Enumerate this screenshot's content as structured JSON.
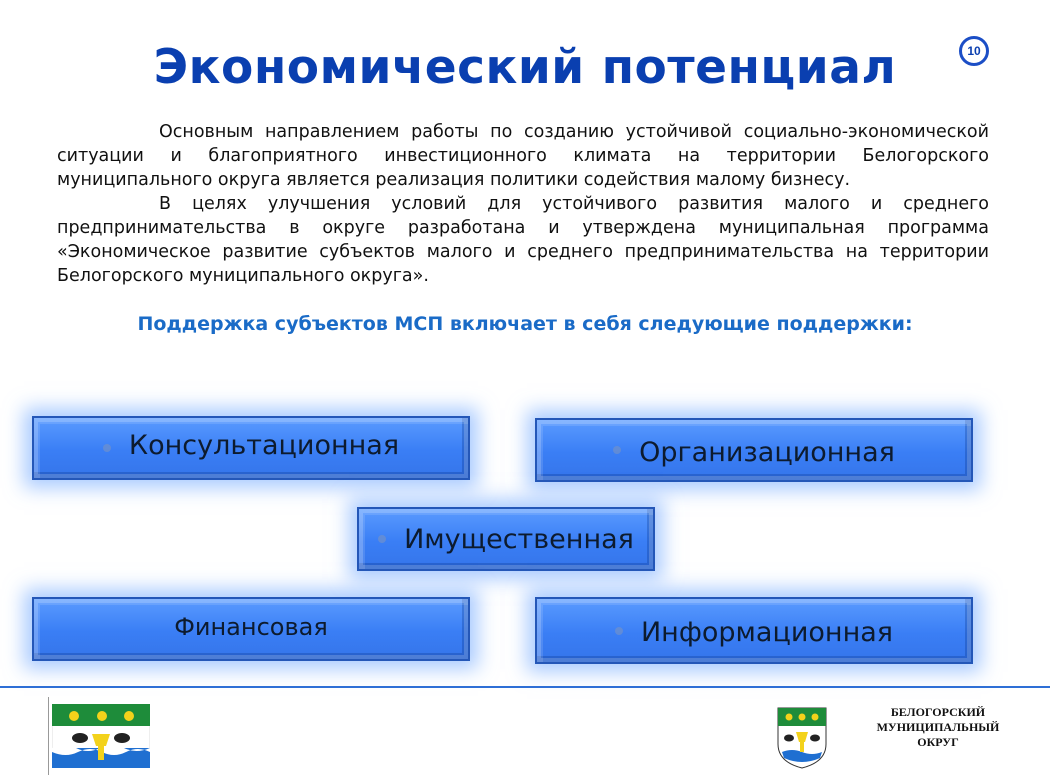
{
  "title": "Экономический потенциал",
  "page_number": "10",
  "paragraphs": [
    "Основным направлением работы по созданию устойчивой социально-экономической ситуации и благоприятного инвестиционного климата на территории Белогорского муниципального округа является реализация политики содействия малому бизнесу.",
    "В целях улучшения условий для устойчивого развития малого и среднего предпринимательства в округе разработана и утверждена муниципальная программа «Экономическое развитие субъектов малого и среднего предпринимательства на территории Белогорского муниципального округа»."
  ],
  "subheading": "Поддержка субъектов МСП включает в себя следующие поддержки:",
  "support_types": {
    "consulting": "Консультационная",
    "organizational": "Организационная",
    "property": "Имущественная",
    "financial": "Финансовая",
    "informational": "Информационная"
  },
  "footer": {
    "line1": "БЕЛОГОРСКИЙ",
    "line2": "МУНИЦИПАЛЬНЫЙ",
    "line3": "ОКРУГ"
  },
  "colors": {
    "title": "#0a3fb0",
    "subheading": "#1a6bc7",
    "box_fill": "#3a7ef5",
    "flag_green": "#1e8c3a",
    "flag_blue": "#1f6fd1"
  },
  "icons": {
    "flag": "belogorsk-flag-icon",
    "coat_of_arms": "belogorsk-coat-of-arms-icon"
  }
}
